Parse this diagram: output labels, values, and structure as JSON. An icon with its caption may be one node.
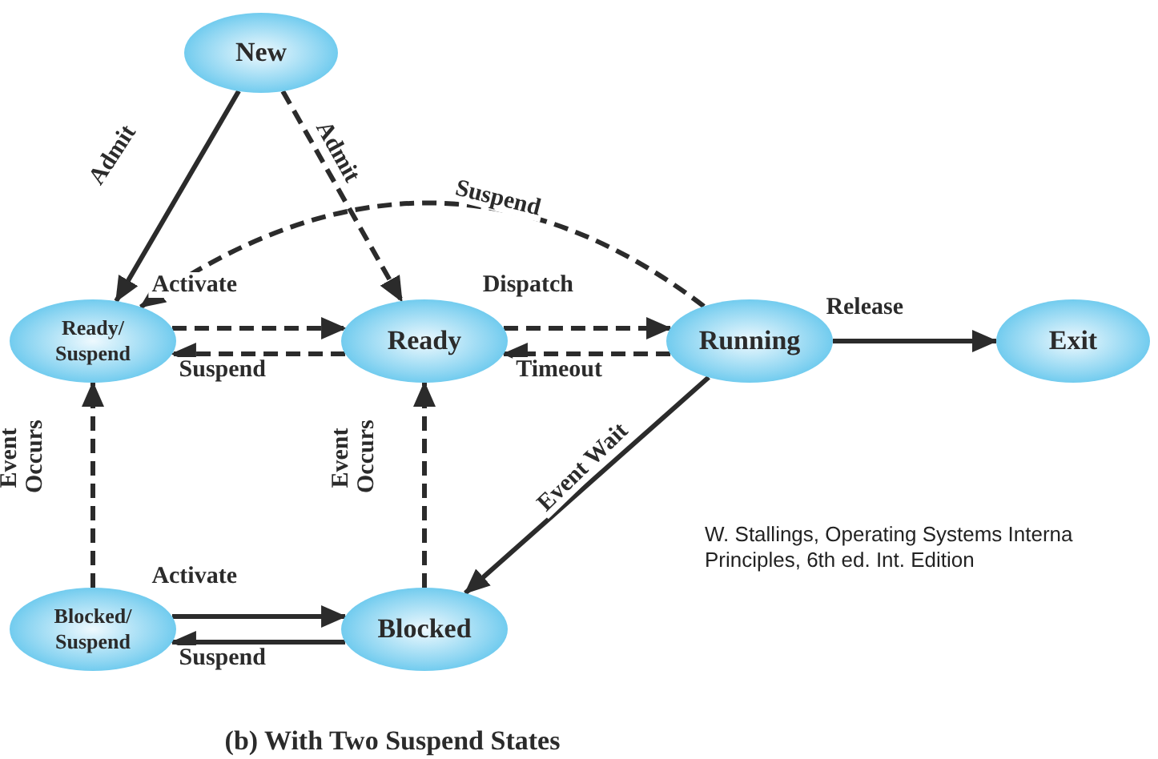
{
  "diagram": {
    "caption": "(b) With Two Suspend States",
    "nodes": [
      {
        "text": [
          "New"
        ]
      },
      {
        "text": [
          "Ready/ Suspend"
        ]
      },
      {
        "text": [
          "Ready"
        ]
      },
      {
        "text": [
          "Running"
        ]
      },
      {
        "text": [
          "Exit"
        ]
      },
      {
        "text": [
          "Blocked/ Suspend"
        ]
      },
      {
        "text": [
          "Blocked"
        ]
      }
    ],
    "edges": [
      {
        "from": 0,
        "to": 1,
        "arrow": "to",
        "label": "Admit"
      },
      {
        "from": 0,
        "to": 2,
        "arrow": "to",
        "label": "Admit",
        "style": "dashed"
      },
      {
        "from": 3,
        "to": 1,
        "arrow": "to",
        "label": "Suspend",
        "style": "dashed"
      },
      {
        "from": 1,
        "to": 2,
        "arrow": "to",
        "label": "Activate",
        "style": "dashed"
      },
      {
        "from": 2,
        "to": 1,
        "arrow": "to",
        "label": "Suspend",
        "style": "dashed"
      },
      {
        "from": 2,
        "to": 3,
        "arrow": "to",
        "label": "Dispatch",
        "style": "dashed"
      },
      {
        "from": 3,
        "to": 2,
        "arrow": "to",
        "label": "Timeout",
        "style": "dashed"
      },
      {
        "from": 3,
        "to": 4,
        "arrow": "to",
        "label": "Release"
      },
      {
        "from": 3,
        "to": 6,
        "arrow": "to",
        "label": "Event Wait"
      },
      {
        "from": 5,
        "to": 1,
        "arrow": "to",
        "label": "Event Occurs",
        "style": "dashed"
      },
      {
        "from": 6,
        "to": 2,
        "arrow": "to",
        "label": "Event Occurs",
        "style": "dashed"
      },
      {
        "from": 5,
        "to": 6,
        "arrow": "to",
        "label": "Activate"
      },
      {
        "from": 6,
        "to": 5,
        "arrow": "to",
        "label": "Suspend"
      }
    ],
    "labels": [
      "W. Stallings, Operating Systems Interna Principles, 6th ed. Int. Edition"
    ]
  }
}
